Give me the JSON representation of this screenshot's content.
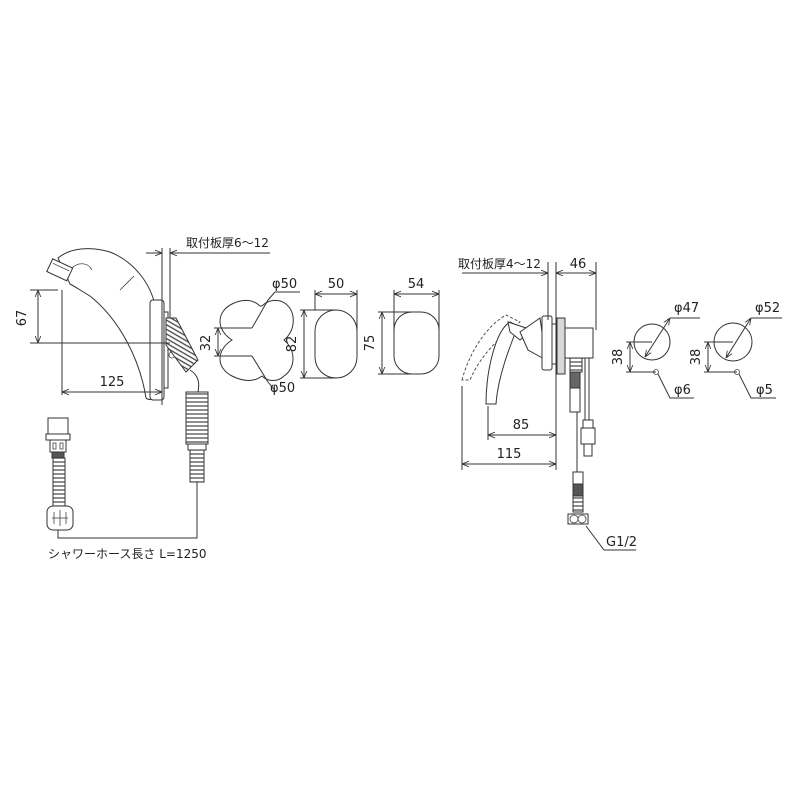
{
  "left_faucet": {
    "mount_thickness_label": "取付板厚6～12",
    "height_dim": "67",
    "reach_dim": "125",
    "hole_spacing_dim": "32",
    "hole_top_dia": "φ50",
    "hole_bottom_dia": "φ50",
    "escutcheon_a_width": "50",
    "escutcheon_a_height": "82",
    "escutcheon_b_width": "54",
    "escutcheon_b_height": "75",
    "hose_label": "シャワーホース長さ L=1250"
  },
  "right_faucet": {
    "mount_thickness_label": "取付板厚4～12",
    "depth_dim": "46",
    "lever_dim": "85",
    "reach_dim": "115",
    "connection_label": "G1/2",
    "hole_pattern_a": {
      "main_dia": "φ47",
      "pin_dia": "φ6",
      "spacing": "38"
    },
    "hole_pattern_b": {
      "main_dia": "φ52",
      "pin_dia": "φ5",
      "spacing": "38"
    }
  },
  "colors": {
    "line": "#333333",
    "background": "#ffffff"
  }
}
